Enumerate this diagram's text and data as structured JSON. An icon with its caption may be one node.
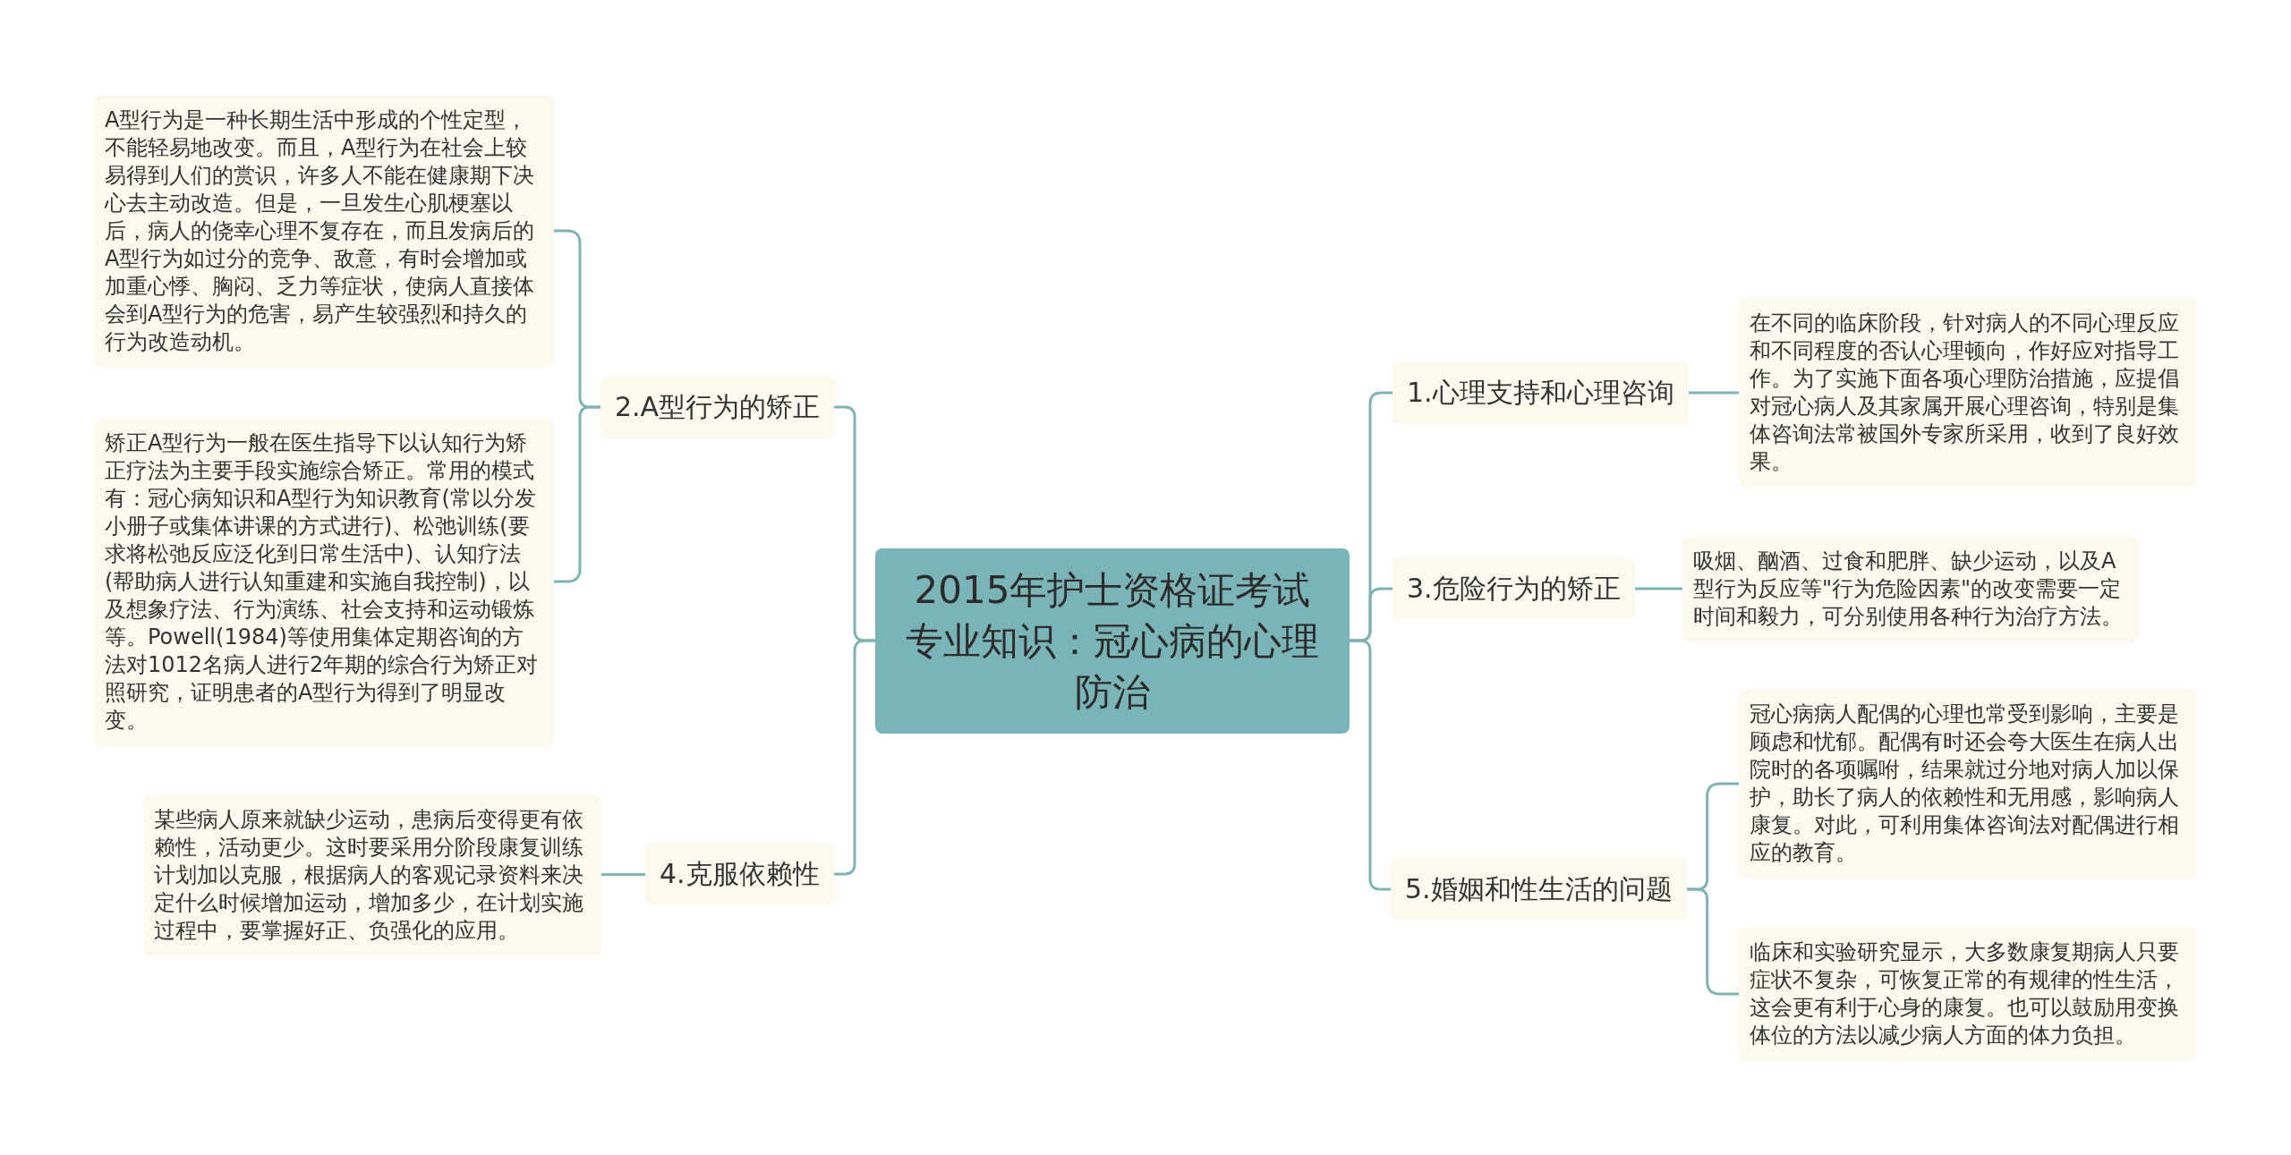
{
  "diagram": {
    "nodes": [
      {
        "text": [
          "2015年护士资格证考试专业知识：冠心病的心理防治"
        ]
      },
      {
        "text": [
          "1.心理支持和心理咨询"
        ]
      },
      {
        "text": [
          "在不同的临床阶段，针对病人的不同心理反应和不同程度的否认心理顿向，作好应对指导工作。为了实施下面各项心理防治措施，应提倡对冠心病人及其家属开展心理咨询，特别是集体咨询法常被国外专家所采用，收到了良好效果。"
        ]
      },
      {
        "text": [
          "2.A型行为的矫正"
        ]
      },
      {
        "text": [
          "A型行为是一种长期生活中形成的个性定型，不能轻易地改变。而且，A型行为在社会上较易得到人们的赏识，许多人不能在健康期下决心去主动改造。但是，一旦发生心肌梗塞以后，病人的侥幸心理不复存在，而且发病后的A型行为如过分的竞争、敌意，有时会增加或加重心悸、胸闷、乏力等症状，使病人直接体会到A型行为的危害，易产生较强烈和持久的行为改造动机。"
        ]
      },
      {
        "text": [
          "矫正A型行为一般在医生指导下以认知行为矫正疗法为主要手段实施综合矫正。常用的模式有：冠心病知识和A型行为知识教育(常以分发小册子或集体讲课的方式进行)、松弛训练(要求将松弛反应泛化到日常生活中)、认知疗法(帮助病人进行认知重建和实施自我控制)，以及想象疗法、行为演练、社会支持和运动锻炼等。Powell(1984)等使用集体定期咨询的方法对1012名病人进行2年期的综合行为矫正对照研究，证明患者的A型行为得到了明显改变。"
        ]
      },
      {
        "text": [
          "3.危险行为的矫正"
        ]
      },
      {
        "text": [
          "吸烟、酗酒、过食和肥胖、缺少运动，以及A型行为反应等\"行为危险因素\"的改变需要一定时间和毅力，可分别使用各种行为治疗方法。"
        ]
      },
      {
        "text": [
          "4.克服依赖性"
        ]
      },
      {
        "text": [
          "某些病人原来就缺少运动，患病后变得更有依赖性，活动更少。这时要采用分阶段康复训练计划加以克服，根据病人的客观记录资料来决定什么时候增加运动，增加多少，在计划实施过程中，要掌握好正、负强化的应用。"
        ]
      },
      {
        "text": [
          "5.婚姻和性生活的问题"
        ]
      },
      {
        "text": [
          "冠心病病人配偶的心理也常受到影响，主要是顾虑和忧郁。配偶有时还会夸大医生在病人出院时的各项嘱咐，结果就过分地对病人加以保护，助长了病人的依赖性和无用感，影响病人康复。对此，可利用集体咨询法对配偶进行相应的教育。"
        ]
      },
      {
        "text": [
          "临床和实验研究显示，大多数康复期病人只要症状不复杂，可恢复正常的有规律的性生活，这会更有利于心身的康复。也可以鼓励用变换体位的方法以减少病人方面的体力负担。"
        ]
      }
    ],
    "edges": [
      {
        "from": 0,
        "to": 1,
        "arrow": "none"
      },
      {
        "from": 1,
        "to": 2,
        "arrow": "none"
      },
      {
        "from": 0,
        "to": 3,
        "arrow": "none"
      },
      {
        "from": 3,
        "to": 4,
        "arrow": "none"
      },
      {
        "from": 3,
        "to": 5,
        "arrow": "none"
      },
      {
        "from": 0,
        "to": 6,
        "arrow": "none"
      },
      {
        "from": 6,
        "to": 7,
        "arrow": "none"
      },
      {
        "from": 0,
        "to": 8,
        "arrow": "none"
      },
      {
        "from": 8,
        "to": 9,
        "arrow": "none"
      },
      {
        "from": 0,
        "to": 10,
        "arrow": "none"
      },
      {
        "from": 10,
        "to": 11,
        "arrow": "none"
      },
      {
        "from": 10,
        "to": 12,
        "arrow": "none"
      }
    ]
  }
}
